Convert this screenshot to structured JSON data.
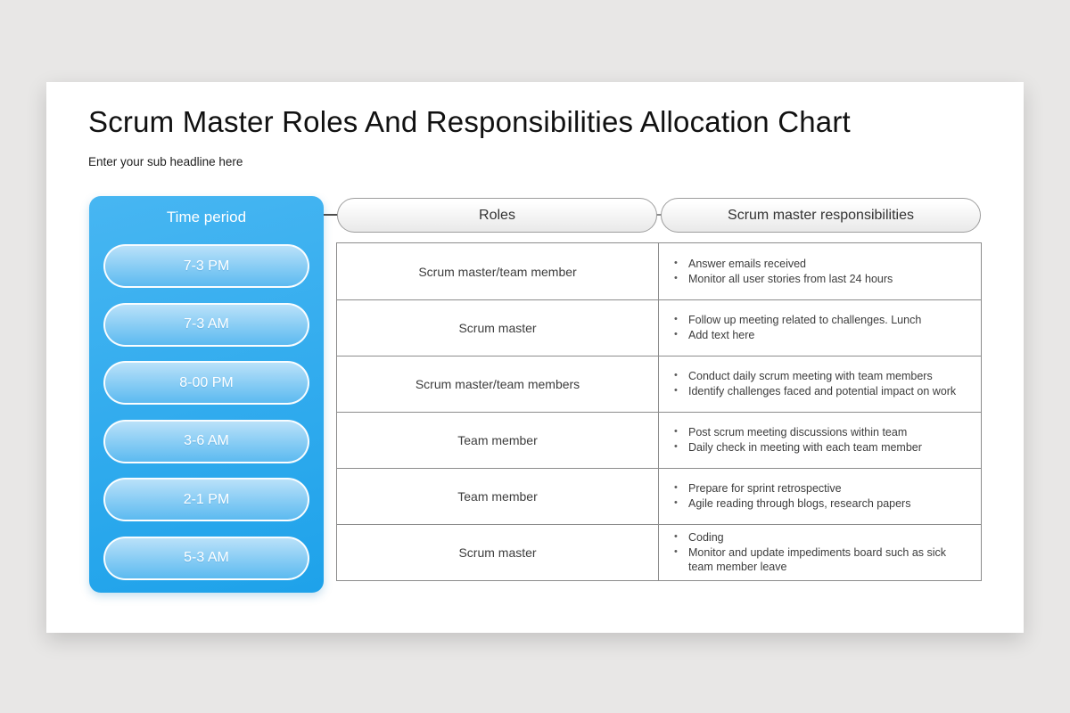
{
  "page": {
    "title": "Scrum Master Roles And Responsibilities Allocation Chart",
    "subtitle": "Enter your sub headline here"
  },
  "time_panel": {
    "header": "Time period",
    "periods": [
      "7-3 PM",
      "7-3 AM",
      "8-00 PM",
      "3-6 AM",
      "2-1 PM",
      "5-3 AM"
    ]
  },
  "table": {
    "col1_header": "Roles",
    "col2_header": "Scrum master responsibilities",
    "rows": [
      {
        "role": "Scrum master/team member",
        "items": [
          "Answer emails received",
          "Monitor all user stories from last 24 hours"
        ]
      },
      {
        "role": "Scrum master",
        "items": [
          "Follow up meeting related to challenges. Lunch",
          "Add text here"
        ]
      },
      {
        "role": "Scrum master/team members",
        "items": [
          "Conduct daily scrum meeting with team members",
          "Identify challenges faced and potential impact on work"
        ]
      },
      {
        "role": "Team member",
        "items": [
          "Post scrum meeting discussions within team",
          "Daily check in meeting with each team member"
        ]
      },
      {
        "role": "Team member",
        "items": [
          "Prepare for sprint retrospective",
          "Agile reading through blogs, research papers"
        ]
      },
      {
        "role": "Scrum master",
        "items": [
          "Coding",
          "Monitor and update impediments board such as sick team member leave"
        ]
      }
    ]
  },
  "colors": {
    "canvas_bg": "#e8e7e6",
    "slide_bg": "#ffffff",
    "panel_blue_top": "#47b6f2",
    "panel_blue_bottom": "#1ea2ea",
    "pill_blue_top": "#b9e1f9",
    "pill_blue_bottom": "#5cbaf0",
    "header_pill_top": "#ffffff",
    "header_pill_bottom": "#e9e9e9",
    "header_pill_border": "#9e9e9e",
    "table_border": "#8c8c8c",
    "text_dark": "#3c3c3c",
    "connector": "#4d4d4d"
  }
}
